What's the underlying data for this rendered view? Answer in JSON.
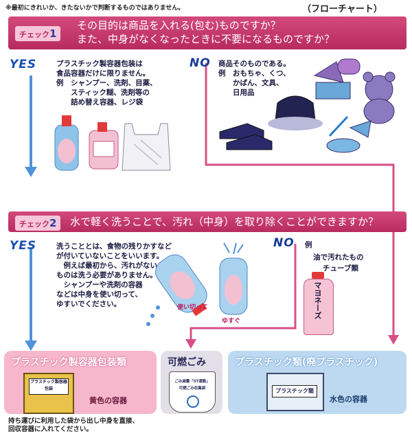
{
  "header": {
    "note": "※最初にきれいか、きたないかで判断するものではありません。",
    "flow_label": "（フローチャート）"
  },
  "check1": {
    "tag": "チェック",
    "num": "1",
    "line1": "その目的は商品を入れる(包む)ものですか？",
    "line2": "また、中身がなくなったときに不要になるものですか？"
  },
  "check1_yes": {
    "label": "YES",
    "lines": [
      "プラスチック製容器包装は",
      "食品容器だけに限りません。",
      "例　シャンプー、洗剤、目薬、",
      "　　スティック糊、洗剤等の",
      "　　詰め替え容器、レジ袋"
    ]
  },
  "check1_no": {
    "label": "NO",
    "lines": [
      "商品そのものである。",
      "例　おもちゃ、くつ、",
      "　　かばん、文具、",
      "　　日用品"
    ]
  },
  "check2": {
    "tag": "チェック",
    "num": "2",
    "question": "水で軽く洗うことで、汚れ（中身）を取り除くことができますか？"
  },
  "check2_yes": {
    "label": "YES",
    "lines": [
      "洗うこととは、食物の残りかすなど",
      "が付いていないことをいいます。",
      "　例えば最初から、汚れがない",
      "ものは洗う必要がありません。",
      "　シャンプーや洗剤の容器",
      "などは中身を使い切って、",
      "ゆすいでください。"
    ],
    "caption_used": "使い切って",
    "caption_rinse": "ゆすぐ"
  },
  "check2_no": {
    "label": "NO",
    "lines": [
      "例",
      "油で汚れたもの",
      "チューブ類"
    ],
    "tube_text": "マヨネーズ"
  },
  "result_plastic_packaging": {
    "title": "プラスチック製容器包装類",
    "container": "黄色の容器",
    "crate_label": "プラスチック製容器包装",
    "color": "#f6b7cc"
  },
  "result_burnable": {
    "title": "可燃ごみ",
    "bag_line1": "ごみ減量「5T運動」",
    "bag_line2": "可燃ごみ収集袋",
    "color": "#e2dfe9"
  },
  "result_plastic": {
    "title": "プラスチック類(廃プラスチック)",
    "container": "水色の容器",
    "crate_label": "プラスチック類",
    "color": "#bcd9f1"
  },
  "footer": {
    "line1": "持ち運びに利用した袋から出し中身を直接、",
    "line2": "回収容器に入れてください。"
  }
}
